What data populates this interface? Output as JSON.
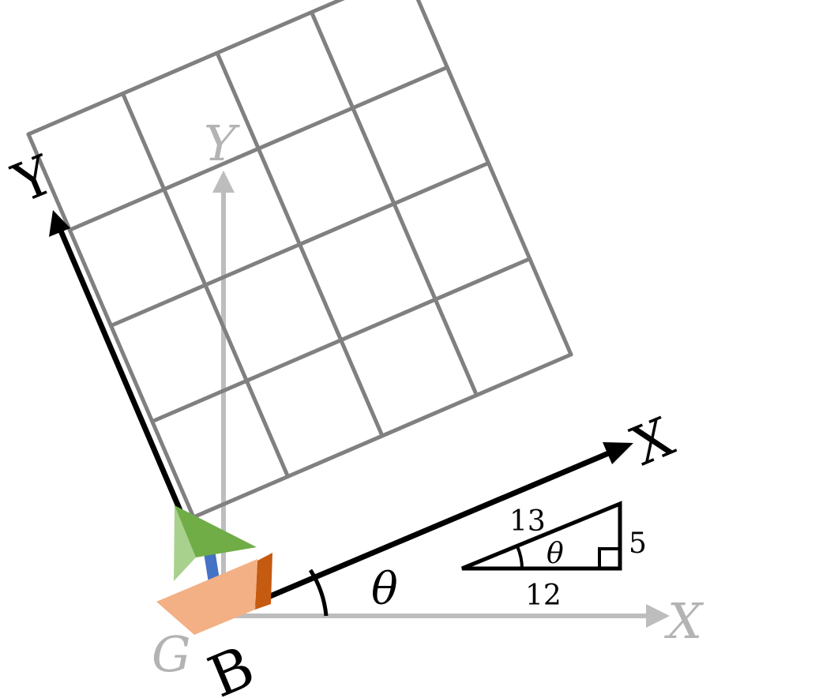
{
  "colors": {
    "grid": "#808080",
    "ground_axes": "#bdbdbd",
    "ground_label": "#b3b3b3",
    "body_axes": "#000000",
    "hull_light": "#f3b084",
    "hull_dark": "#c55a11",
    "mast": "#4472c4",
    "sail_light": "#a9d18e",
    "sail_dark": "#70ad47"
  },
  "ground_frame": {
    "x_label": "X",
    "y_label": "Y",
    "origin_label": "G"
  },
  "body_frame": {
    "x_label": "X",
    "y_label": "Y",
    "origin_label": "B",
    "grid_cells": 4
  },
  "angle": {
    "label": "θ"
  },
  "triangle": {
    "hypotenuse": "13",
    "opposite": "5",
    "adjacent": "12",
    "angle_label": "θ"
  },
  "icons": {
    "vehicle": "sailboat-icon"
  }
}
